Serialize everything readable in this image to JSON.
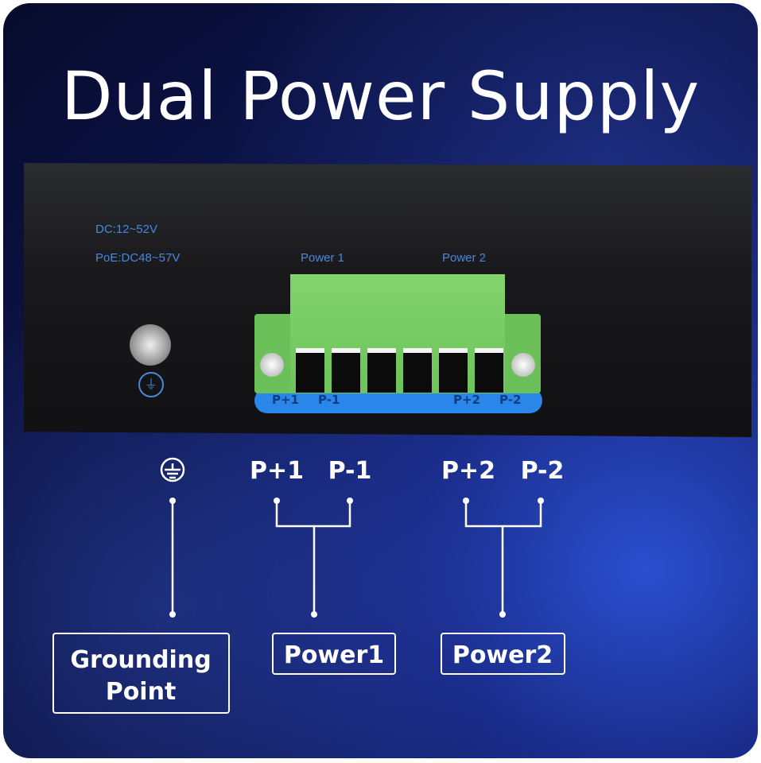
{
  "title": "Dual Power Supply",
  "panel": {
    "dc_range": "DC:12~52V",
    "poe_range": "PoE:DC48~57V",
    "power1": "Power 1",
    "power2": "Power 2",
    "strip": [
      "P+1",
      "P-1",
      "P+2",
      "P-2"
    ]
  },
  "diagram": {
    "terminals": [
      "P+1",
      "P-1",
      "P+2",
      "P-2"
    ],
    "ground_symbol": "⏚",
    "labels": {
      "grounding_line1": "Grounding",
      "grounding_line2": "Point",
      "power1": "Power1",
      "power2": "Power2"
    }
  }
}
